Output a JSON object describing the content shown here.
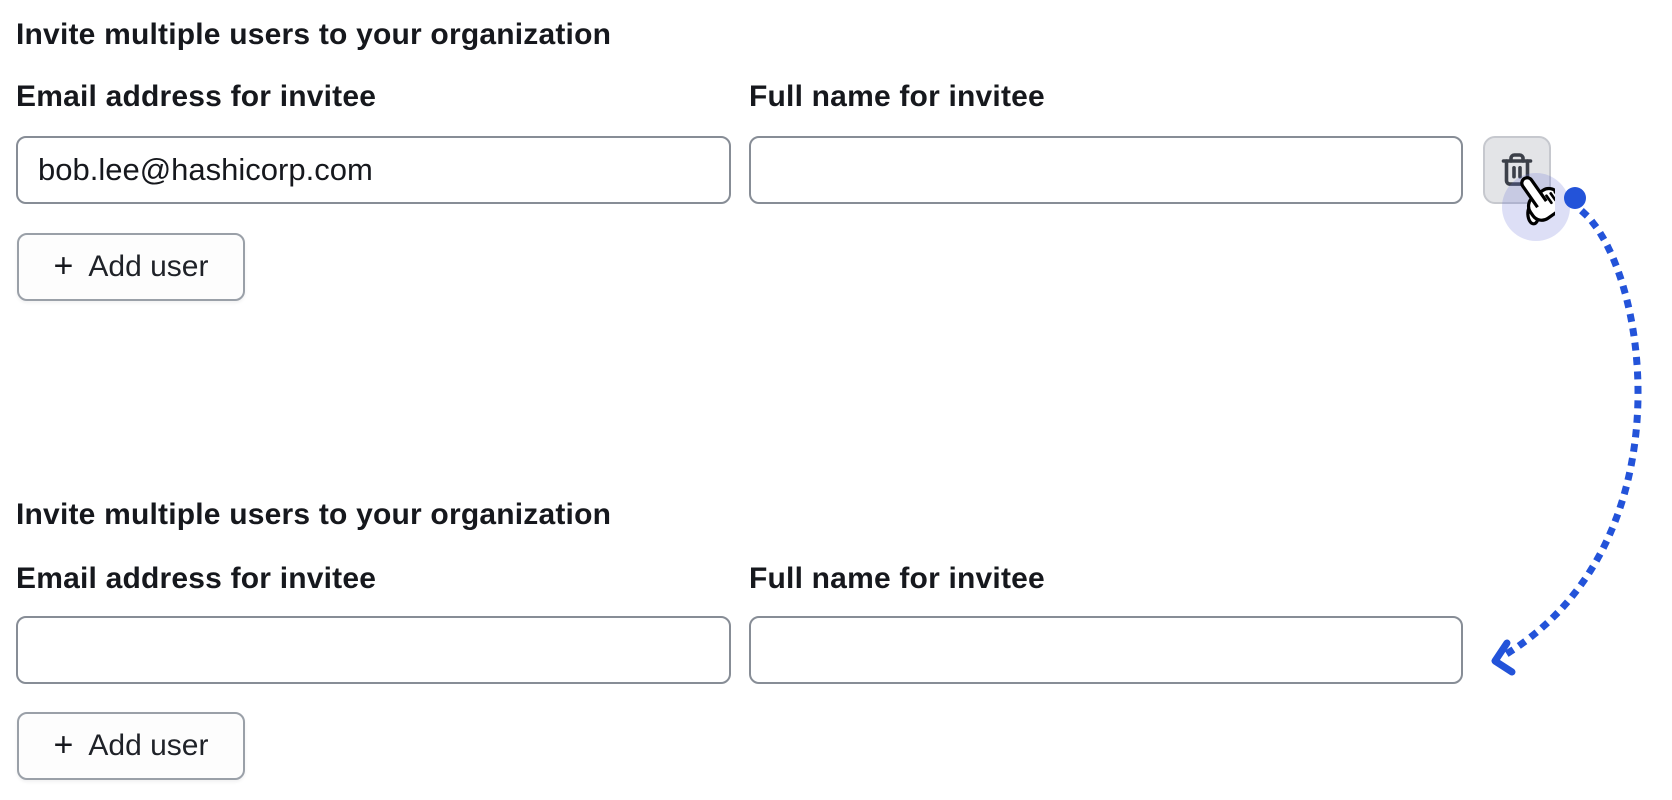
{
  "colors": {
    "text": "#16181d",
    "input-border": "#878d96",
    "button-border": "#9aa0a8",
    "trash-bg": "#e3e4e7",
    "trash-border": "#c6c8ce",
    "trash-icon": "#3c4049",
    "accent-blue": "#2353d9",
    "halo": "rgba(99,108,214,0.22)"
  },
  "sections": [
    {
      "heading": "Invite multiple users to your organization",
      "email_label": "Email address for invitee",
      "name_label": "Full name for invitee",
      "email_value": "bob.lee@hashicorp.com",
      "name_value": "",
      "plus": "+",
      "add_user_label": "Add user"
    },
    {
      "heading": "Invite multiple users to your organization",
      "email_label": "Email address for invitee",
      "name_label": "Full name for invitee",
      "email_value": "",
      "name_value": "",
      "plus": "+",
      "add_user_label": "Add user"
    }
  ]
}
